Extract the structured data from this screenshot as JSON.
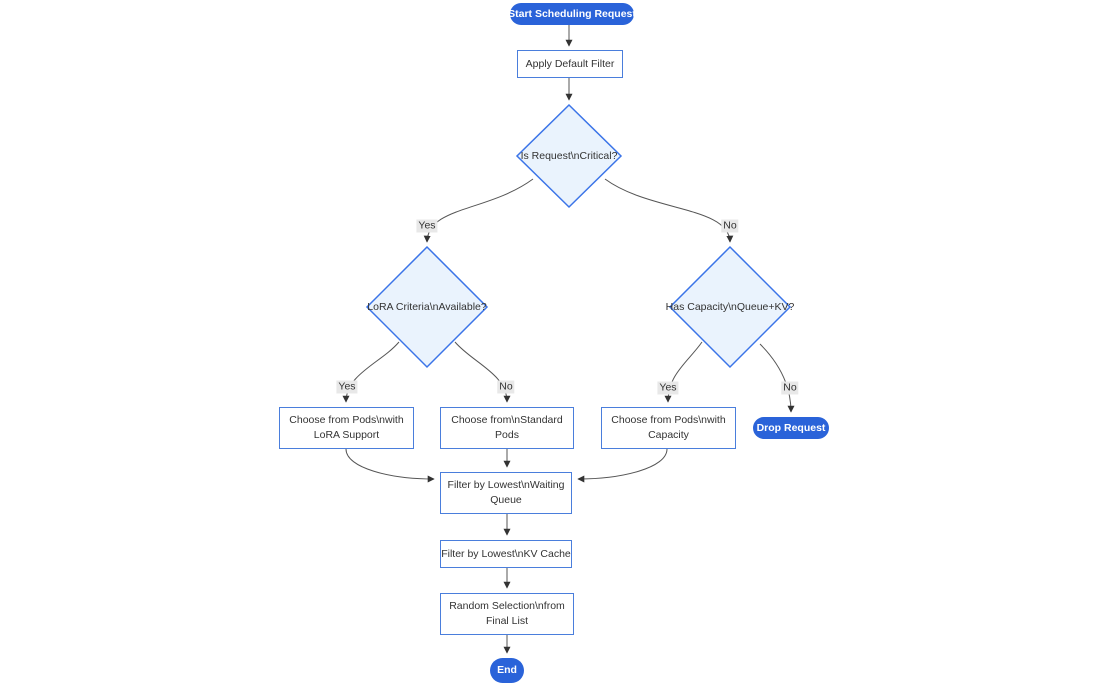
{
  "diagram": {
    "type": "flowchart",
    "direction": "top-down",
    "colors": {
      "accent_blue": "#2a63d9",
      "rect_border": "#4a7edc",
      "diamond_fill": "#eaf3fd",
      "diamond_stroke": "#3b74e8",
      "edge_color": "#555555",
      "arrow_color": "#333333",
      "label_bg": "#e8e8e8",
      "text_color": "#333333"
    },
    "nodes": {
      "start": {
        "shape": "stadium",
        "label": "Start Scheduling Request"
      },
      "apply_filter": {
        "shape": "rect",
        "label": "Apply Default Filter"
      },
      "is_critical": {
        "shape": "diamond",
        "label": "Is Request\\nCritical?"
      },
      "lora_criteria": {
        "shape": "diamond",
        "label": "LoRA Criteria\\nAvailable?"
      },
      "has_capacity": {
        "shape": "diamond",
        "label": "Has Capacity\\nQueue+KV?"
      },
      "choose_lora": {
        "shape": "rect",
        "label": "Choose from Pods\\nwith LoRA Support",
        "lines": [
          "Choose from Pods\\nwith",
          "LoRA Support"
        ]
      },
      "choose_standard": {
        "shape": "rect",
        "label": "Choose from\\nStandard Pods",
        "lines": [
          "Choose from\\nStandard",
          "Pods"
        ]
      },
      "choose_capacity": {
        "shape": "rect",
        "label": "Choose from Pods\\nwith Capacity",
        "lines": [
          "Choose from Pods\\nwith",
          "Capacity"
        ]
      },
      "drop_request": {
        "shape": "stadium",
        "label": "Drop Request"
      },
      "filter_waiting": {
        "shape": "rect",
        "label": "Filter by Lowest\\nWaiting Queue",
        "lines": [
          "Filter by Lowest\\nWaiting",
          "Queue"
        ]
      },
      "filter_kv": {
        "shape": "rect",
        "label": "Filter by Lowest\\nKV Cache"
      },
      "random_selection": {
        "shape": "rect",
        "label": "Random Selection\\nfrom Final List",
        "lines": [
          "Random Selection\\nfrom",
          "Final List"
        ]
      },
      "end": {
        "shape": "stadium",
        "label": "End"
      }
    },
    "edges": [
      {
        "from": "start",
        "to": "apply_filter",
        "label": ""
      },
      {
        "from": "apply_filter",
        "to": "is_critical",
        "label": ""
      },
      {
        "from": "is_critical",
        "to": "lora_criteria",
        "label": "Yes"
      },
      {
        "from": "is_critical",
        "to": "has_capacity",
        "label": "No"
      },
      {
        "from": "lora_criteria",
        "to": "choose_lora",
        "label": "Yes"
      },
      {
        "from": "lora_criteria",
        "to": "choose_standard",
        "label": "No"
      },
      {
        "from": "has_capacity",
        "to": "choose_capacity",
        "label": "Yes"
      },
      {
        "from": "has_capacity",
        "to": "drop_request",
        "label": "No"
      },
      {
        "from": "choose_lora",
        "to": "filter_waiting",
        "label": ""
      },
      {
        "from": "choose_standard",
        "to": "filter_waiting",
        "label": ""
      },
      {
        "from": "choose_capacity",
        "to": "filter_waiting",
        "label": ""
      },
      {
        "from": "filter_waiting",
        "to": "filter_kv",
        "label": ""
      },
      {
        "from": "filter_kv",
        "to": "random_selection",
        "label": ""
      },
      {
        "from": "random_selection",
        "to": "end",
        "label": ""
      }
    ]
  }
}
